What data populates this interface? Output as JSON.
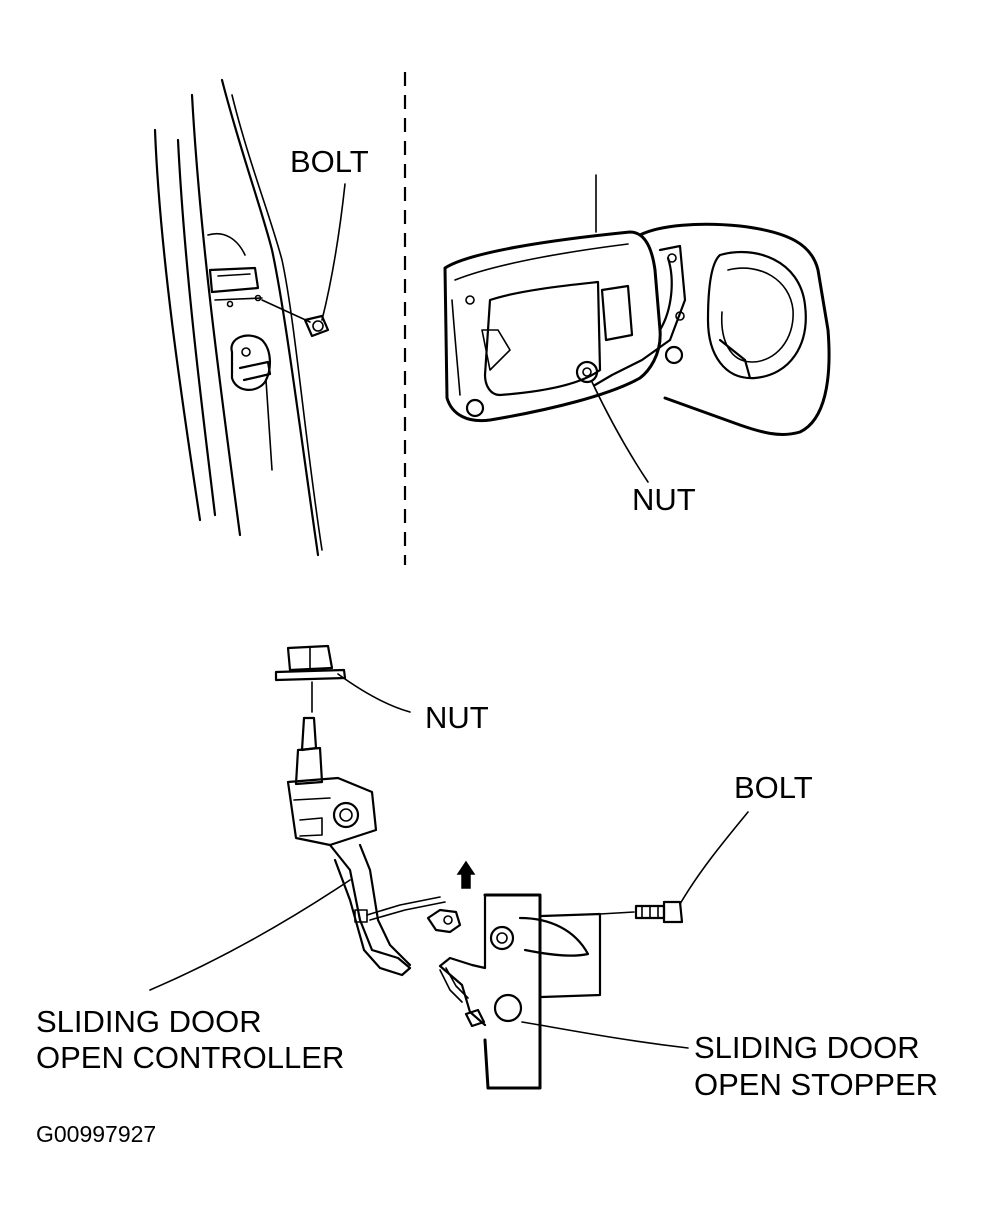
{
  "labels": {
    "bolt_top": "BOLT",
    "nut_top": "NUT",
    "nut_bottom": "NUT",
    "bolt_bottom": "BOLT",
    "controller_line1": "SLIDING DOOR",
    "controller_line2": "OPEN CONTROLLER",
    "stopper_line1": "SLIDING DOOR",
    "stopper_line2": "OPEN STOPPER"
  },
  "figure_code": "G00997927"
}
